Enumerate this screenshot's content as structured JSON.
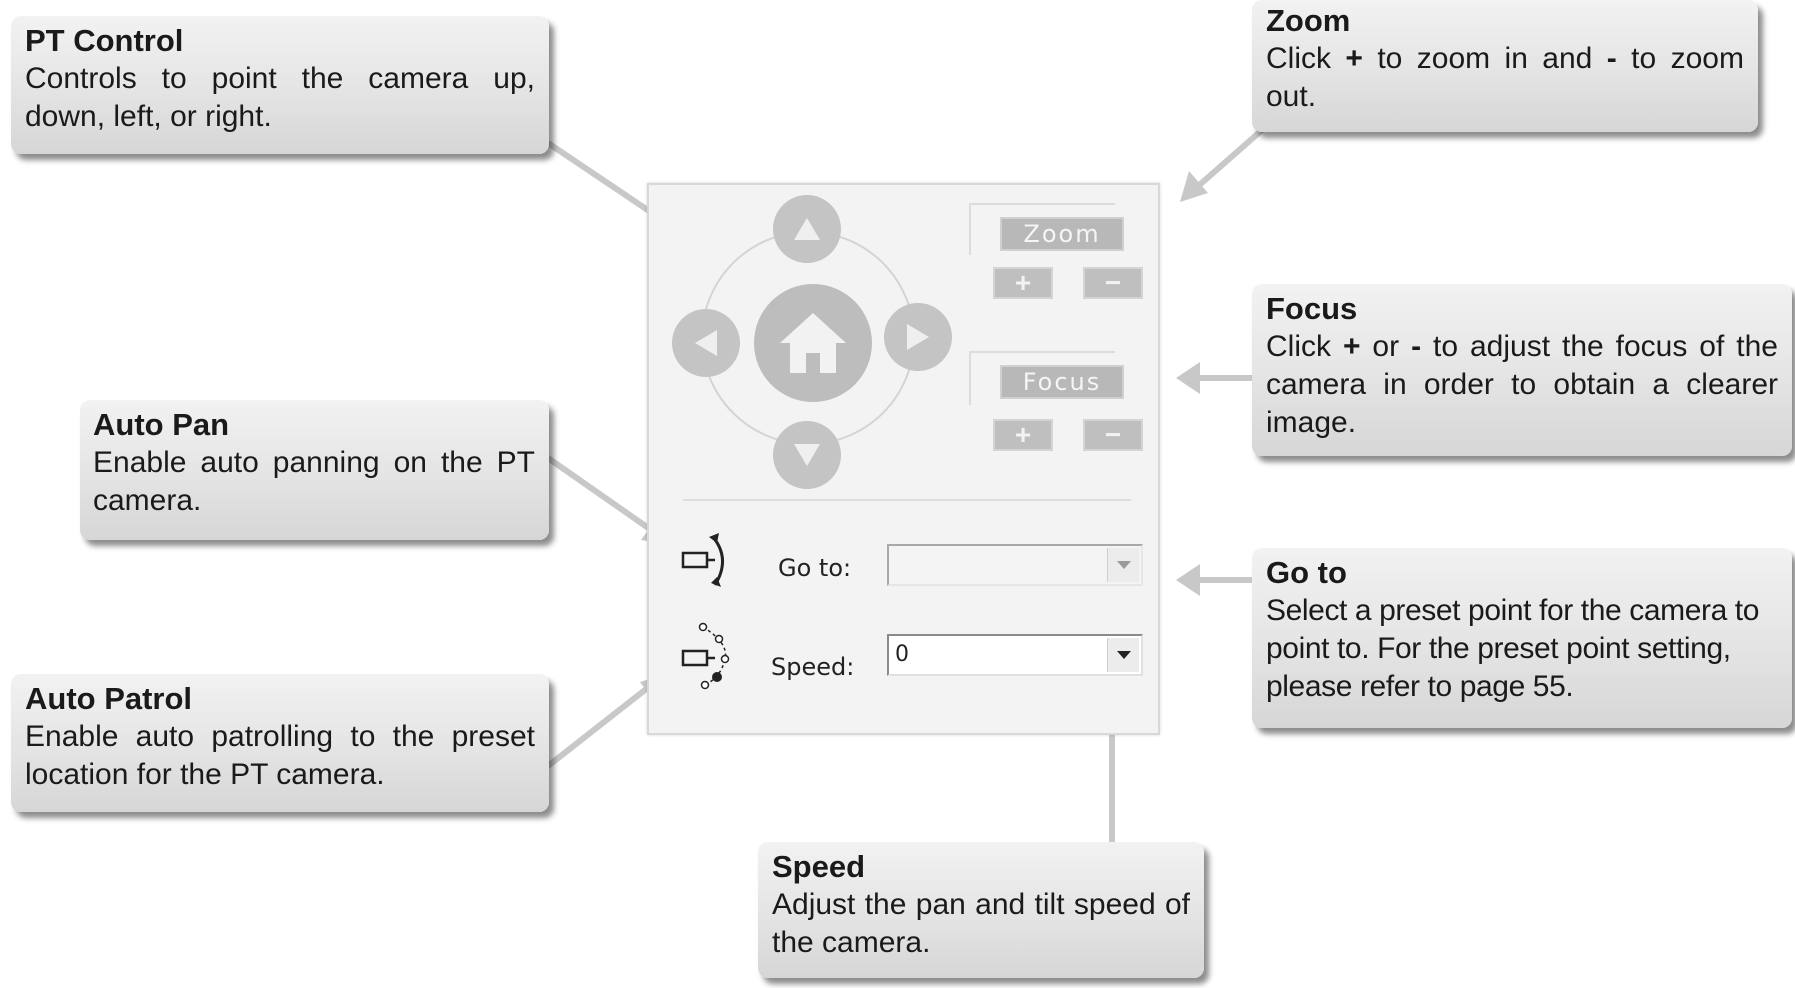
{
  "callouts": {
    "pt_control": {
      "title": "PT Control",
      "body": "Controls to point the camera up, down, left, or right."
    },
    "zoom": {
      "title": "Zoom",
      "body_pre": "Click ",
      "body_plus": "+",
      "body_mid": " to zoom in and ",
      "body_minus": "-",
      "body_post": " to zoom out."
    },
    "focus": {
      "title": "Focus",
      "body_pre": "Click ",
      "body_plus": "+",
      "body_mid": " or ",
      "body_minus": "-",
      "body_post": " to adjust the focus of the camera in order to obtain a clearer image."
    },
    "auto_pan": {
      "title": "Auto Pan",
      "body": "Enable auto panning on the PT camera."
    },
    "go_to": {
      "title": "Go to",
      "body": "Select a preset point for the camera to point to. For the preset point setting, please refer to page 55."
    },
    "auto_patrol": {
      "title": "Auto Patrol",
      "body": "Enable auto patrolling to the preset location for the PT camera."
    },
    "speed": {
      "title": "Speed",
      "body": "Adjust the pan and tilt speed of the camera."
    }
  },
  "panel": {
    "zoom_label": "Zoom",
    "zoom_plus": "+",
    "zoom_minus": "−",
    "focus_label": "Focus",
    "focus_plus": "+",
    "focus_minus": "−",
    "goto_label": "Go to:",
    "goto_value": "",
    "speed_label": "Speed:",
    "speed_value": "0"
  },
  "icons": {
    "up": "arrow-up-icon",
    "down": "arrow-down-icon",
    "left": "arrow-left-icon",
    "right": "arrow-right-icon",
    "home": "home-icon",
    "auto_pan": "auto-pan-icon",
    "auto_patrol": "auto-patrol-icon"
  },
  "colors": {
    "callout_bg": "#e4e4e4",
    "arrow": "#c8c8c8",
    "button_gray": "#c0c0c0",
    "panel_bg": "#f3f3f3"
  }
}
